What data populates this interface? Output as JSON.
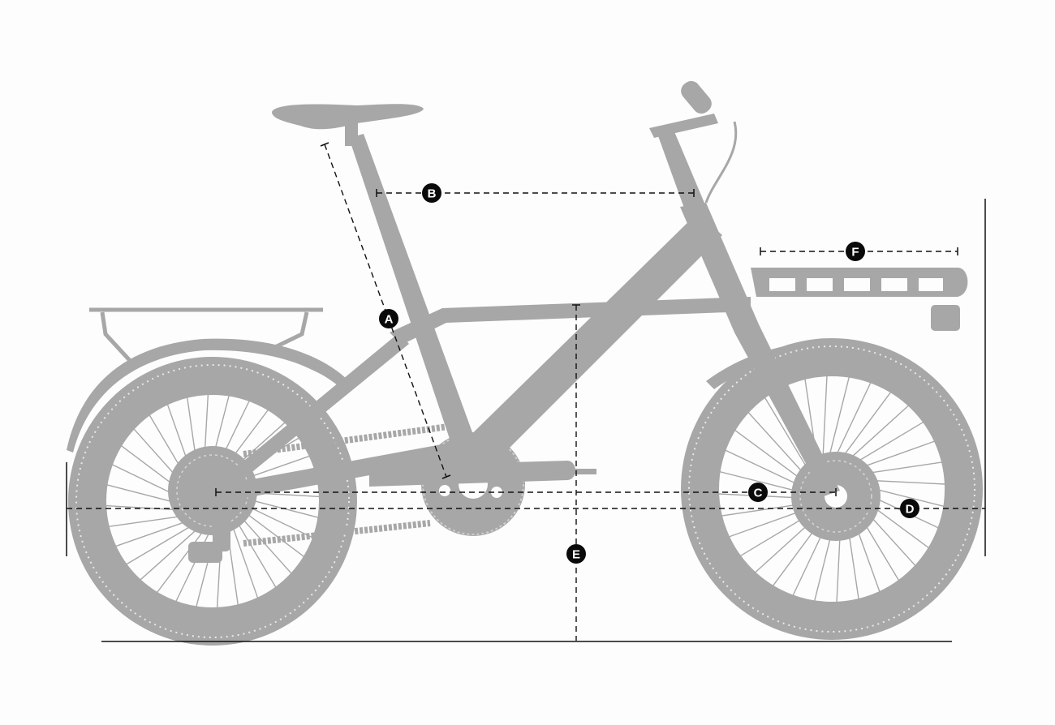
{
  "diagram": {
    "colors": {
      "bike": "#a7a7a7",
      "tire_dots": "#e9e9e9",
      "spokes": "#eeeeee",
      "lines": "#111111",
      "marker_fill": "#0a0a0a",
      "marker_text": "#ffffff",
      "background": "#fdfdfd"
    },
    "markers": [
      {
        "id": "A",
        "label": "A"
      },
      {
        "id": "B",
        "label": "B"
      },
      {
        "id": "C",
        "label": "C"
      },
      {
        "id": "D",
        "label": "D"
      },
      {
        "id": "E",
        "label": "E"
      },
      {
        "id": "F",
        "label": "F"
      }
    ]
  }
}
